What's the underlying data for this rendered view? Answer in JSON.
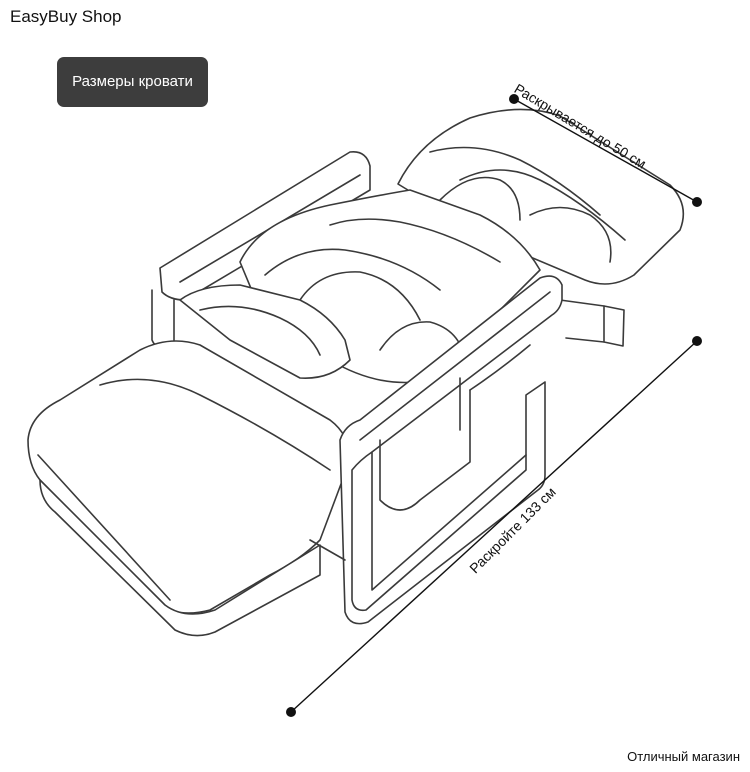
{
  "store_name": "EasyBuy Shop",
  "badge_label": "Размеры кровати",
  "dimensions": {
    "width_label": "Раскрывается до 50 см",
    "length_label": "Раскройте 133 см"
  },
  "footer_note": "Отличный магазин"
}
